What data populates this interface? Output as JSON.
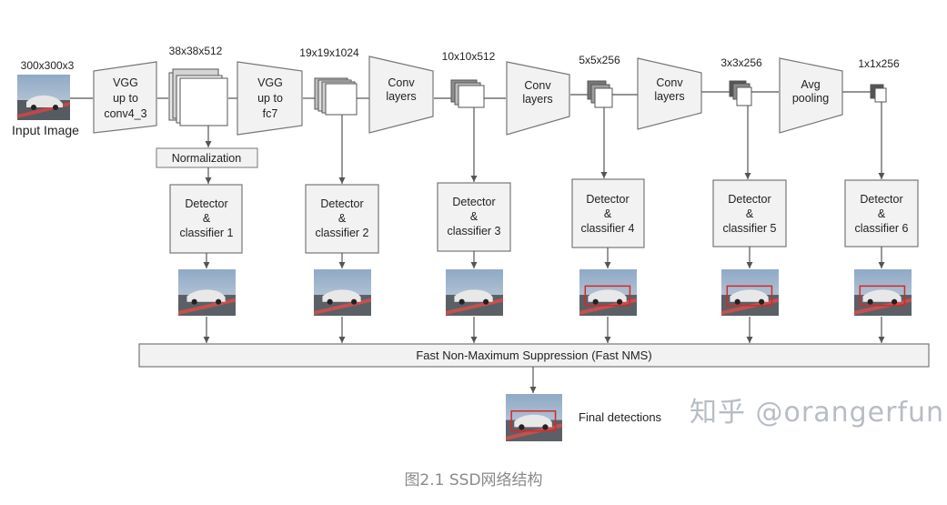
{
  "input": {
    "dim": "300x300x3",
    "label": "Input Image"
  },
  "stages": [
    {
      "block": [
        "VGG",
        "up to",
        "conv4_3"
      ],
      "dim": "38x38x512"
    },
    {
      "block": [
        "VGG",
        "up to",
        "fc7"
      ],
      "dim": "19x19x1024"
    },
    {
      "block": [
        "Conv",
        "layers"
      ],
      "dim": "10x10x512"
    },
    {
      "block": [
        "Conv",
        "layers"
      ],
      "dim": "5x5x256"
    },
    {
      "block": [
        "Conv",
        "layers"
      ],
      "dim": "3x3x256"
    },
    {
      "block": [
        "Avg",
        "pooling"
      ],
      "dim": "1x1x256"
    }
  ],
  "normalization": "Normalization",
  "detectors": [
    [
      "Detector",
      "&",
      "classifier 1"
    ],
    [
      "Detector",
      "&",
      "classifier 2"
    ],
    [
      "Detector",
      "&",
      "classifier 3"
    ],
    [
      "Detector",
      "&",
      "classifier 4"
    ],
    [
      "Detector",
      "&",
      "classifier 5"
    ],
    [
      "Detector",
      "&",
      "classifier 6"
    ]
  ],
  "nms": "Fast Non-Maximum Suppression (Fast NMS)",
  "final": "Final detections",
  "watermark": "知乎 @orangerfun",
  "caption": "图2.1 SSD网络结构",
  "colors": {
    "line": "#555555",
    "box_fill": "#f2f2f2",
    "box_stroke": "#777777",
    "detect_red": "#d62828"
  }
}
